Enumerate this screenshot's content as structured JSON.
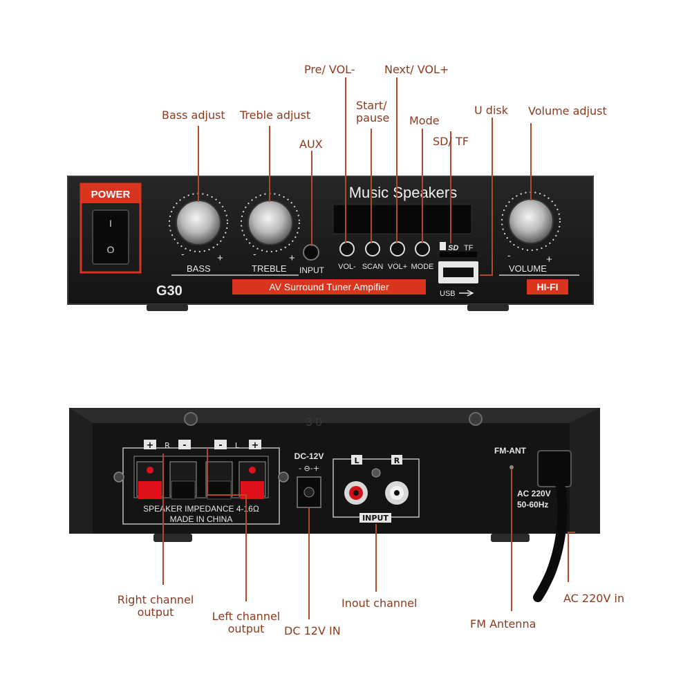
{
  "colors": {
    "callout": "#8b3a1e",
    "line": "#b24a2a",
    "panel": "#1b1b1b",
    "red": "#d8341e"
  },
  "front_panel": {
    "power_label": "POWER",
    "power_switch_on": "I",
    "power_switch_off": "O",
    "title": "Music Speakers",
    "model": "G30",
    "bass_label": "BASS",
    "treble_label": "TREBLE",
    "volume_label": "VOLUME",
    "minus": "-",
    "plus": "+",
    "input_jack_label": "INPUT",
    "buttons": [
      "VOL-",
      "SCAN",
      "VOL+",
      "MODE"
    ],
    "sd_label": "SD",
    "tf_label": "TF",
    "usb_label": "USB",
    "banner": "AV Surround Tuner Ampifier",
    "hifi_badge": "HI-FI"
  },
  "rear_panel": {
    "model_mark": "3 0",
    "terminal_plus": "+",
    "terminal_minus": "-",
    "terminal_r": "R",
    "terminal_l": "L",
    "speaker_impedance": "SPEAKER IMPEDANCE 4-16Ω",
    "made_in": "MADE IN CHINA",
    "dc_label": "DC-12V",
    "dc_polarity": "- ⊖-+",
    "rca_l": "L",
    "rca_r": "R",
    "rca_input_label": "INPUT",
    "fm_label": "FM-ANT",
    "ac_label_1": "AC 220V",
    "ac_label_2": "50-60Hz"
  },
  "callouts": {
    "pre_vol": "Pre/ VOL-",
    "next_vol": "Next/ VOL+",
    "start_pause_1": "Start/",
    "start_pause_2": "pause",
    "mode": "Mode",
    "u_disk": "U disk",
    "sd_tf": "SD/ TF",
    "bass_adjust": "Bass adjust",
    "treble_adjust": "Treble adjust",
    "aux": "AUX",
    "volume_adjust": "Volume adjust",
    "right_channel_1": "Right channel",
    "right_channel_2": "output",
    "left_channel_1": "Left channel",
    "left_channel_2": "output",
    "dc_in": "DC 12V IN",
    "input_channel": "Inout channel",
    "fm_antenna": "FM Antenna",
    "ac_in": "AC 220V in"
  }
}
